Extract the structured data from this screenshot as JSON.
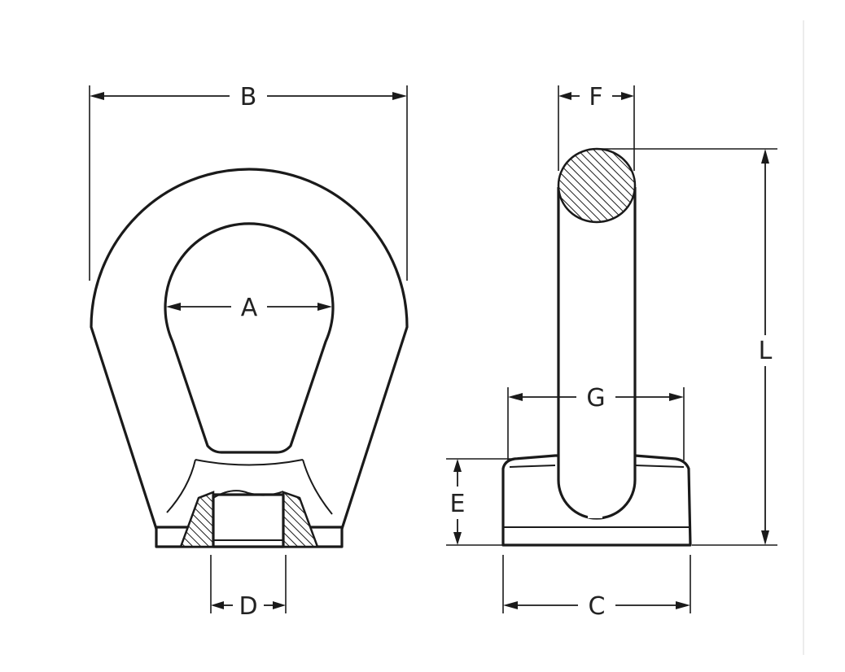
{
  "labels": {
    "a": "A",
    "b": "B",
    "c": "C",
    "d": "D",
    "e": "E",
    "f": "F",
    "g": "G",
    "l": "L"
  },
  "icons": {
    "front_view": "eye-nut-front-view",
    "side_view": "eye-nut-side-view"
  }
}
